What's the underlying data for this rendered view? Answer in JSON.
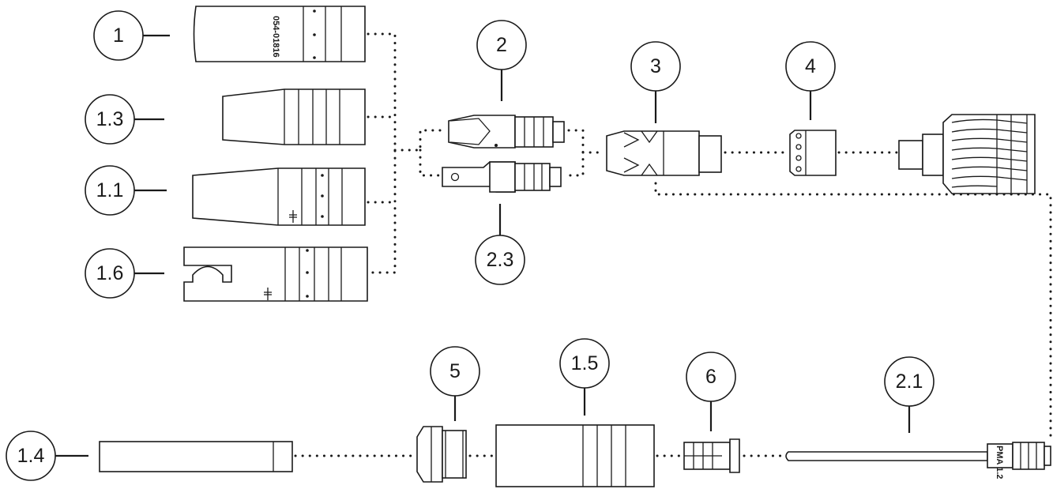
{
  "callouts": [
    {
      "id": "1",
      "label": "1"
    },
    {
      "id": "1.3",
      "label": "1.3"
    },
    {
      "id": "1.1",
      "label": "1.1"
    },
    {
      "id": "1.6",
      "label": "1.6"
    },
    {
      "id": "2",
      "label": "2"
    },
    {
      "id": "2.3",
      "label": "2.3"
    },
    {
      "id": "3",
      "label": "3"
    },
    {
      "id": "4",
      "label": "4"
    },
    {
      "id": "5",
      "label": "5"
    },
    {
      "id": "1.5",
      "label": "1.5"
    },
    {
      "id": "6",
      "label": "6"
    },
    {
      "id": "2.1",
      "label": "2.1"
    },
    {
      "id": "1.4",
      "label": "1.4"
    }
  ],
  "markings": {
    "nozzle_part_number": "054-01816",
    "electrode_stamp": "PMA 1.2"
  }
}
